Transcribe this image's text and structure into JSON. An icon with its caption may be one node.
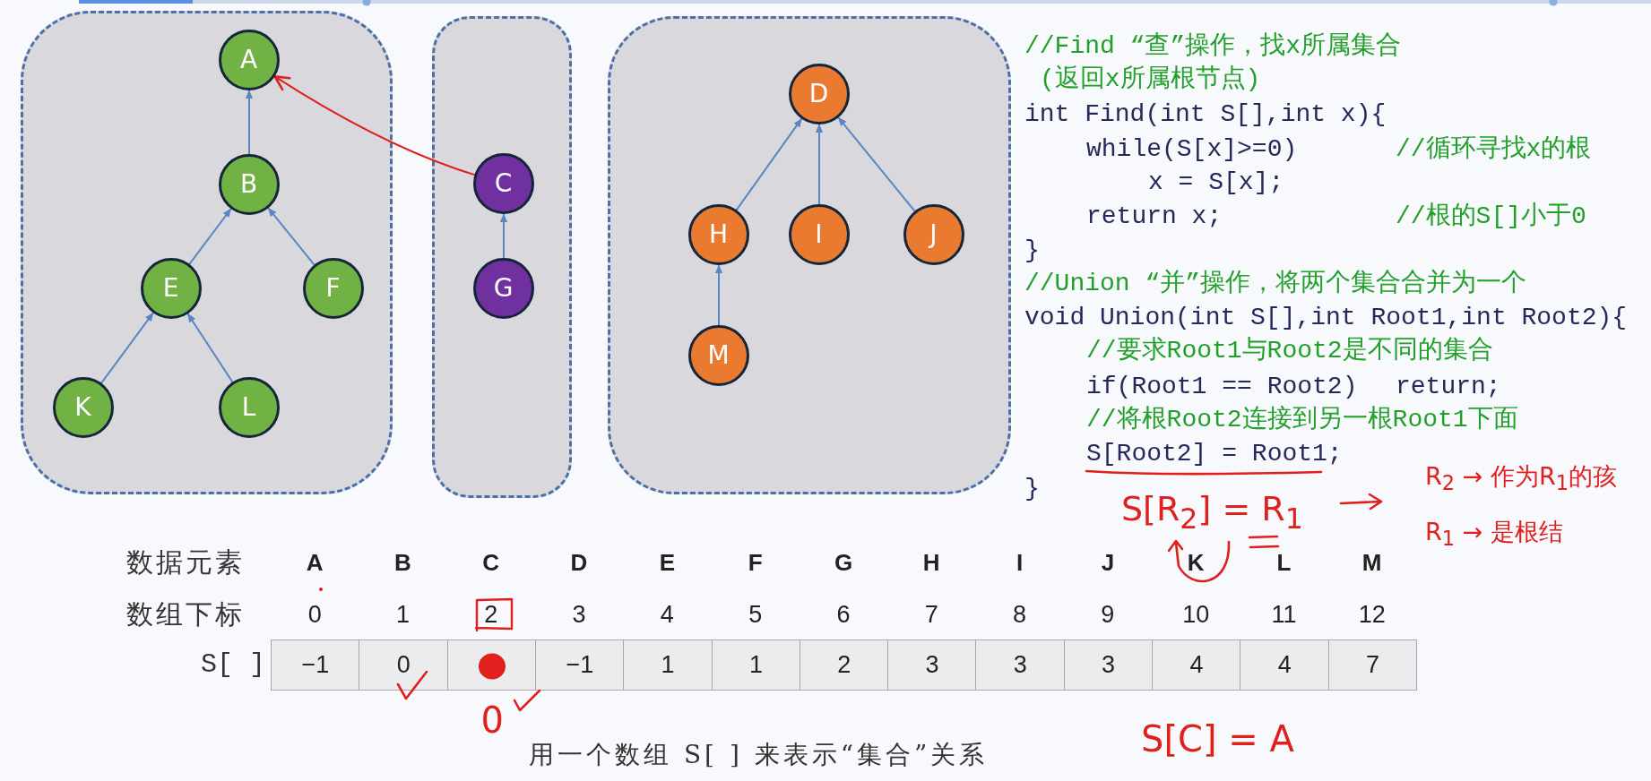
{
  "diagram": {
    "caption": "用一个数组 S[ ] 来表示“集合”关系",
    "nodes": [
      {
        "text": [],
        "shape": "box"
      },
      {
        "text": [
          "A"
        ],
        "in": 0
      },
      {
        "text": [
          "B"
        ],
        "in": 0
      },
      {
        "text": [
          "E"
        ],
        "in": 0
      },
      {
        "text": [
          "F"
        ],
        "in": 0
      },
      {
        "text": [
          "K"
        ],
        "in": 0
      },
      {
        "text": [
          "L"
        ],
        "in": 0
      },
      {
        "text": [],
        "shape": "box"
      },
      {
        "text": [
          "C"
        ],
        "in": 7
      },
      {
        "text": [
          "G"
        ],
        "in": 7
      },
      {
        "text": [],
        "shape": "box"
      },
      {
        "text": [
          "D"
        ],
        "in": 10
      },
      {
        "text": [
          "H"
        ],
        "in": 10
      },
      {
        "text": [
          "I"
        ],
        "in": 10
      },
      {
        "text": [
          "J"
        ],
        "in": 10
      },
      {
        "text": [
          "M"
        ],
        "in": 10
      }
    ],
    "edges": [
      {
        "from": 2,
        "to": 1,
        "arrow": "to"
      },
      {
        "from": 3,
        "to": 2,
        "arrow": "to"
      },
      {
        "from": 4,
        "to": 2,
        "arrow": "to"
      },
      {
        "from": 5,
        "to": 3,
        "arrow": "to"
      },
      {
        "from": 6,
        "to": 3,
        "arrow": "to"
      },
      {
        "from": 8,
        "to": 1,
        "arrow": "to",
        "color": "#e0201c"
      },
      {
        "from": 9,
        "to": 8,
        "arrow": "to"
      },
      {
        "from": 12,
        "to": 11,
        "arrow": "to"
      },
      {
        "from": 13,
        "to": 11,
        "arrow": "to"
      },
      {
        "from": 14,
        "to": 11,
        "arrow": "to"
      },
      {
        "from": 15,
        "to": 12,
        "arrow": "to"
      }
    ],
    "labels": [
      "//Find “查”操作，找x所属集合",
      "(返回x所属根节点)",
      "int Find(int S[],int x){",
      "while(S[x]>=0)",
      "//循环寻找x的根",
      "x = S[x];",
      "return x;",
      "//根的S[]小于0",
      "}",
      "//Union “并”操作，将两个集合合并为一个",
      "void Union(int S[],int Root1,int Root2){",
      "//要求Root1与Root2是不同的集合",
      "if(Root1 == Root2)",
      "return;",
      "//将根Root2连接到另一根Root1下面",
      "S[Root2] = Root1;",
      "}",
      "R$_{2}$ → 作为R$_{1}$的孩",
      "S[R$_{2}$] = R$_{1}$",
      "R$_{1}$ → 是根结",
      "数据元素",
      "A",
      "B",
      "C",
      "D",
      "E",
      "F",
      "G",
      "H",
      "I",
      "J",
      "K",
      "L",
      "M",
      "数组下标",
      "0",
      "1",
      "2",
      "3",
      "4",
      "5",
      "6",
      "7",
      "8",
      "9",
      "10",
      "11",
      "12",
      "S[ ]",
      "−1",
      "0",
      "−1",
      "1",
      "1",
      "2",
      "3",
      "3",
      "3",
      "4",
      "4",
      "7",
      "0",
      "S[C] = A"
    ]
  }
}
